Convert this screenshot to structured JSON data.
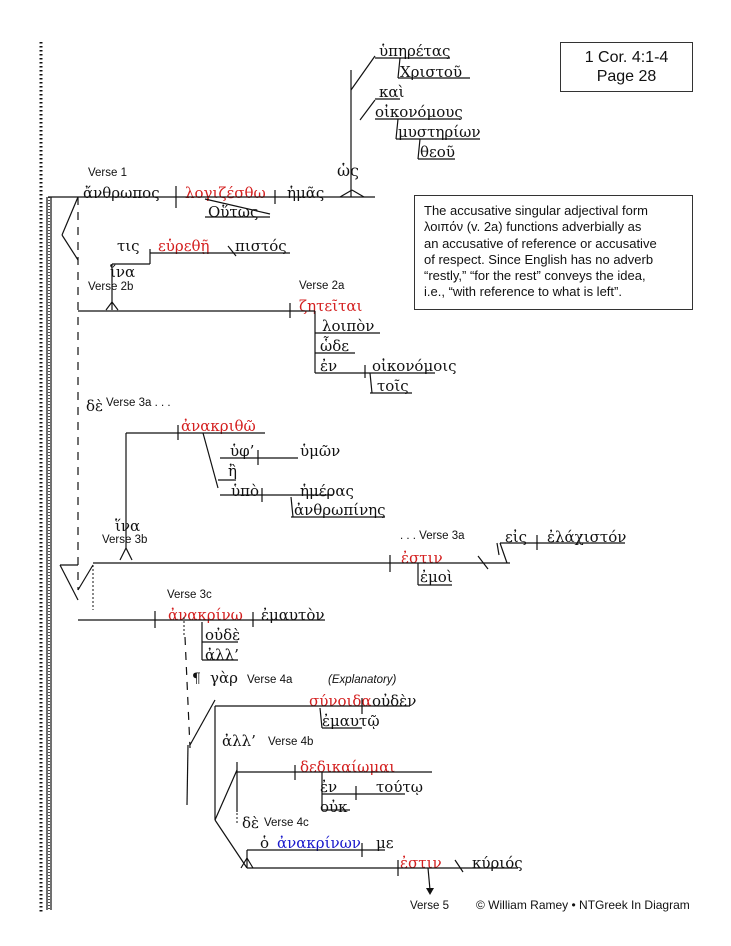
{
  "reference": {
    "line1": "1 Cor. 4:1-4",
    "line2": "Page 28"
  },
  "note": {
    "lines": [
      "The accusative singular adjectival form",
      "λοιπόν (v. 2a) functions adverbially as",
      "an accusative of reference or accusative",
      "of respect. Since English has no adverb",
      "“restly,” “for the rest” conveys the idea,",
      "i.e., “with reference to what is left”."
    ]
  },
  "footer": "© William Ramey • NTGreek In Diagram",
  "colors": {
    "black": "#111111",
    "red": "#d42020",
    "blue": "#1a1acc"
  },
  "words": [
    {
      "text": "ὑπηρέτας",
      "color": "black"
    },
    {
      "text": "Χριστοῦ",
      "color": "black"
    },
    {
      "text": "καὶ",
      "color": "black"
    },
    {
      "text": "οἰκονόμους",
      "color": "black"
    },
    {
      "text": "μυστηρίων",
      "color": "black"
    },
    {
      "text": "θεοῦ",
      "color": "black"
    },
    {
      "text": "ὡς",
      "color": "black"
    },
    {
      "text": "ἄνθρωπος",
      "color": "black"
    },
    {
      "text": "λογιζέσθω",
      "color": "red"
    },
    {
      "text": "ἡμᾶς",
      "color": "black"
    },
    {
      "text": "Οὕτως",
      "color": "black"
    },
    {
      "text": "τις",
      "color": "black"
    },
    {
      "text": "εὑρεθῇ",
      "color": "red"
    },
    {
      "text": "πιστός",
      "color": "black"
    },
    {
      "text": "ἵνα",
      "color": "black"
    },
    {
      "text": "ζητεῖται",
      "color": "red"
    },
    {
      "text": "λοιπὸν",
      "color": "black"
    },
    {
      "text": "ὧδε",
      "color": "black"
    },
    {
      "text": "ἐν",
      "color": "black"
    },
    {
      "text": "οἰκονόμοις",
      "color": "black"
    },
    {
      "text": "τοῖς",
      "color": "black"
    },
    {
      "text": "δὲ",
      "color": "black"
    },
    {
      "text": "ἀνακριθῶ",
      "color": "red"
    },
    {
      "text": "ὑφ’",
      "color": "black"
    },
    {
      "text": "ὑμῶν",
      "color": "black"
    },
    {
      "text": "ἢ",
      "color": "black"
    },
    {
      "text": "ὑπὸ",
      "color": "black"
    },
    {
      "text": "ἡμέρας",
      "color": "black"
    },
    {
      "text": "ἀνθρωπίνης",
      "color": "black"
    },
    {
      "text": "ἵνα",
      "color": "black"
    },
    {
      "text": "ἐστιν",
      "color": "red"
    },
    {
      "text": "ἐμοὶ",
      "color": "black"
    },
    {
      "text": "εἰς",
      "color": "black"
    },
    {
      "text": "ἐλάχιστόν",
      "color": "black"
    },
    {
      "text": "ἀνακρίνω",
      "color": "red"
    },
    {
      "text": "ἐμαυτὸν",
      "color": "black"
    },
    {
      "text": "οὐδὲ",
      "color": "black"
    },
    {
      "text": "ἀλλ’",
      "color": "black"
    },
    {
      "text": "¶",
      "color": "black"
    },
    {
      "text": "γὰρ",
      "color": "black"
    },
    {
      "text": "σύνοιδα",
      "color": "red"
    },
    {
      "text": "οὐδὲν",
      "color": "black"
    },
    {
      "text": "ἐμαυτῷ",
      "color": "black"
    },
    {
      "text": "ἀλλ’",
      "color": "black"
    },
    {
      "text": "δεδικαίωμαι",
      "color": "red"
    },
    {
      "text": "ἐν",
      "color": "black"
    },
    {
      "text": "τούτῳ",
      "color": "black"
    },
    {
      "text": "οὐκ",
      "color": "black"
    },
    {
      "text": "δὲ",
      "color": "black"
    },
    {
      "text": "ὁ",
      "color": "black"
    },
    {
      "text": "ἀνακρίνων",
      "color": "blue"
    },
    {
      "text": "με",
      "color": "black"
    },
    {
      "text": "ἐστιν",
      "color": "red"
    },
    {
      "text": "κύριός",
      "color": "black"
    }
  ],
  "verse_labels": [
    "Verse 1",
    "Verse 2b",
    "Verse 2a",
    "Verse 3a . . .",
    "Verse 3b",
    ". . . Verse 3a",
    "Verse 3c",
    "Verse 4a",
    "(Explanatory)",
    "Verse 4b",
    "Verse 4c",
    "Verse 5"
  ]
}
